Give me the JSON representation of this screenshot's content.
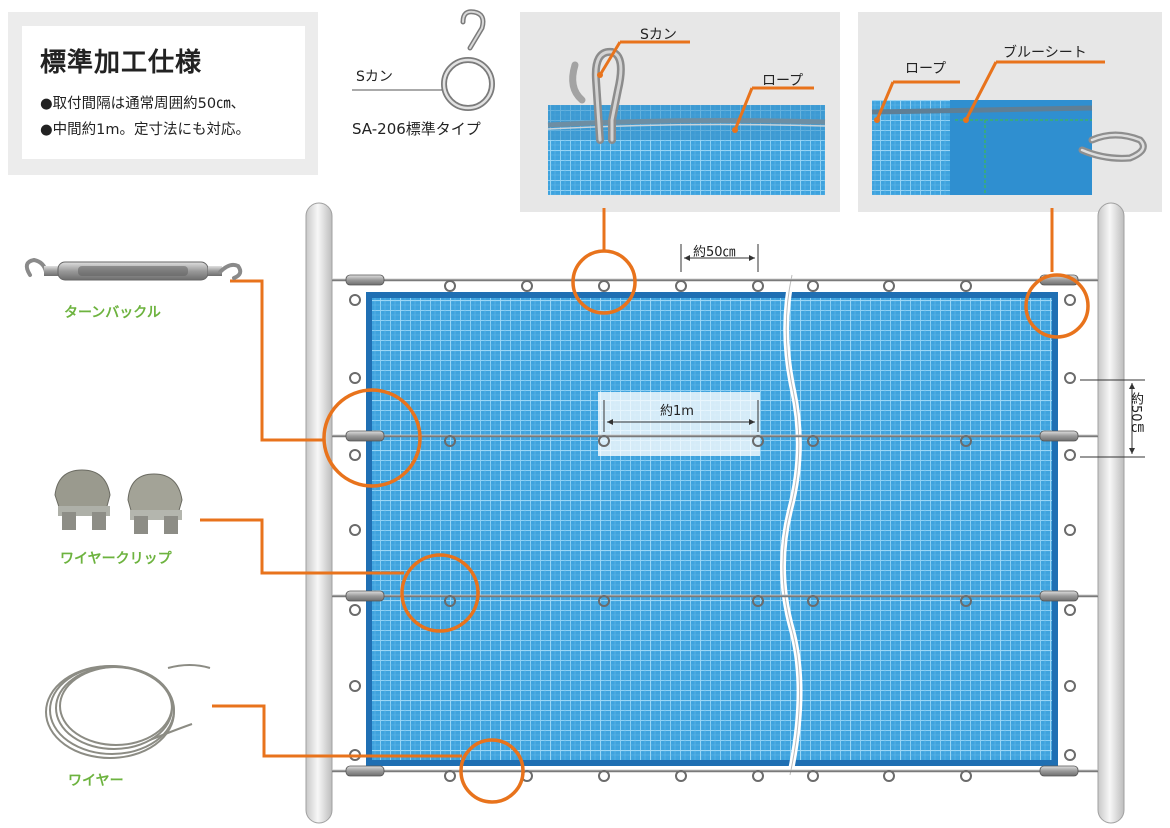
{
  "spec": {
    "title": "標準加工仕様",
    "line1": "●取付間隔は通常周囲約50㎝、",
    "line2": "●中間約1m。定寸法にも対応。"
  },
  "s_hook": {
    "label": "Sカン",
    "type": "SA-206標準タイプ"
  },
  "detail_left": {
    "label_s_hook": "Sカン",
    "label_rope": "ロープ"
  },
  "detail_right": {
    "label_rope": "ロープ",
    "label_sheet": "ブルーシート"
  },
  "parts": {
    "turnbuckle": "ターンバックル",
    "wire_clip": "ワイヤークリップ",
    "wire": "ワイヤー"
  },
  "dimensions": {
    "top_spacing": "約50㎝",
    "middle_spacing": "約1m",
    "side_spacing": "約50㎝"
  },
  "colors": {
    "orange": "#e8731c",
    "green_label": "#6db33f",
    "sheet_blue": "#3aa0dc",
    "sheet_border": "#1e6fb0"
  }
}
